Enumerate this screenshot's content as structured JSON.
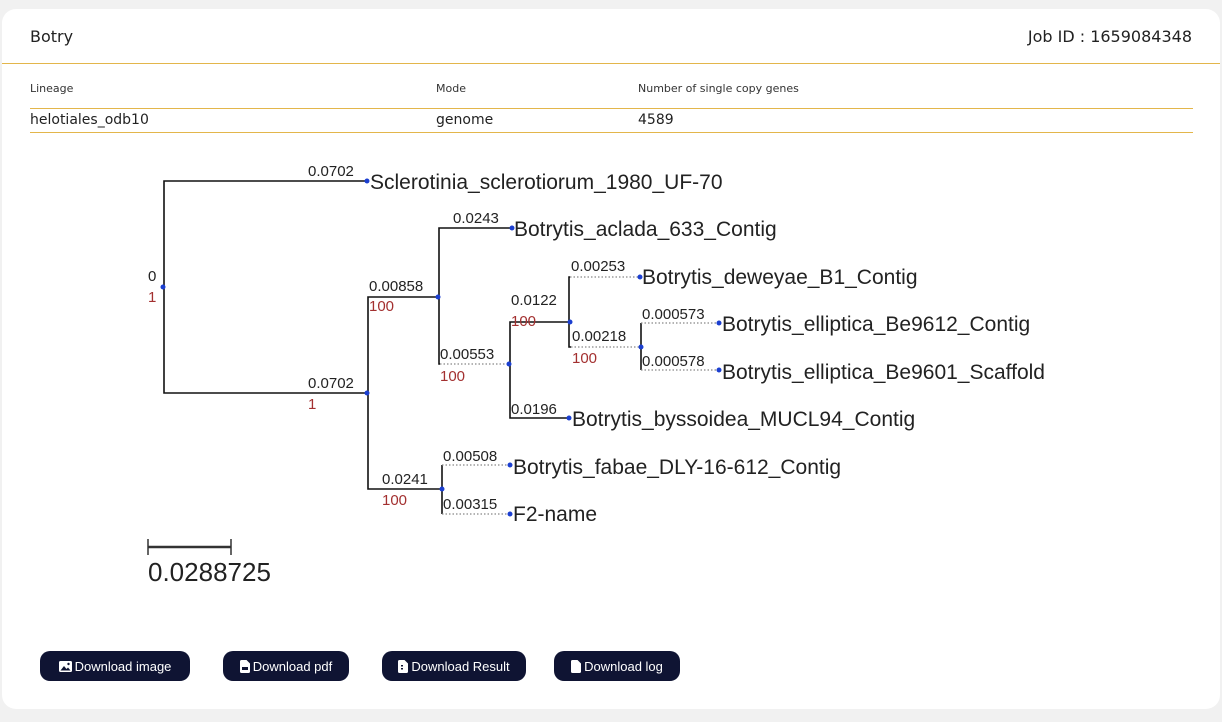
{
  "header": {
    "title": "Botry",
    "job_id": "Job ID : 1659084348"
  },
  "info": {
    "labels": {
      "lineage": "Lineage",
      "mode": "Mode",
      "genes": "Number of single copy genes"
    },
    "values": {
      "lineage": "helotiales_odb10",
      "mode": "genome",
      "genes": "4589"
    }
  },
  "tree": {
    "root": {
      "support_top": "0",
      "support_bottom": "1"
    },
    "leaves": [
      "Sclerotinia_sclerotiorum_1980_UF-70",
      "Botrytis_aclada_633_Contig",
      "Botrytis_deweyae_B1_Contig",
      "Botrytis_elliptica_Be9612_Contig",
      "Botrytis_elliptica_Be9601_Scaffold",
      "Botrytis_byssoidea_MUCL94_Contig",
      "Botrytis_fabae_DLY-16-612_Contig",
      "F2-name"
    ],
    "branch_lengths": {
      "sclerotinia": "0.0702",
      "botrytis_clade": "0.0702",
      "clade_a": "0.00858",
      "aclada": "0.0243",
      "clade_b": "0.00553",
      "clade_c": "0.0122",
      "deweyae": "0.00253",
      "clade_d": "0.00218",
      "elliptica_9612": "0.000573",
      "elliptica_9601": "0.000578",
      "byssoidea": "0.0196",
      "clade_e": "0.0241",
      "fabae": "0.00508",
      "f2": "0.00315"
    },
    "supports": {
      "botrytis_clade": "1",
      "clade_a": "100",
      "clade_b": "100",
      "clade_c": "100",
      "clade_d": "100",
      "clade_e": "100"
    },
    "scale_label": "0.0288725"
  },
  "buttons": {
    "image": "Download image",
    "pdf": "Download pdf",
    "result": "Download Result",
    "log": "Download log"
  },
  "colors": {
    "accent_line": "#e3b64b",
    "button_bg": "#0f1433",
    "support_text": "#a33030",
    "node_dot": "#1b3fd0"
  }
}
